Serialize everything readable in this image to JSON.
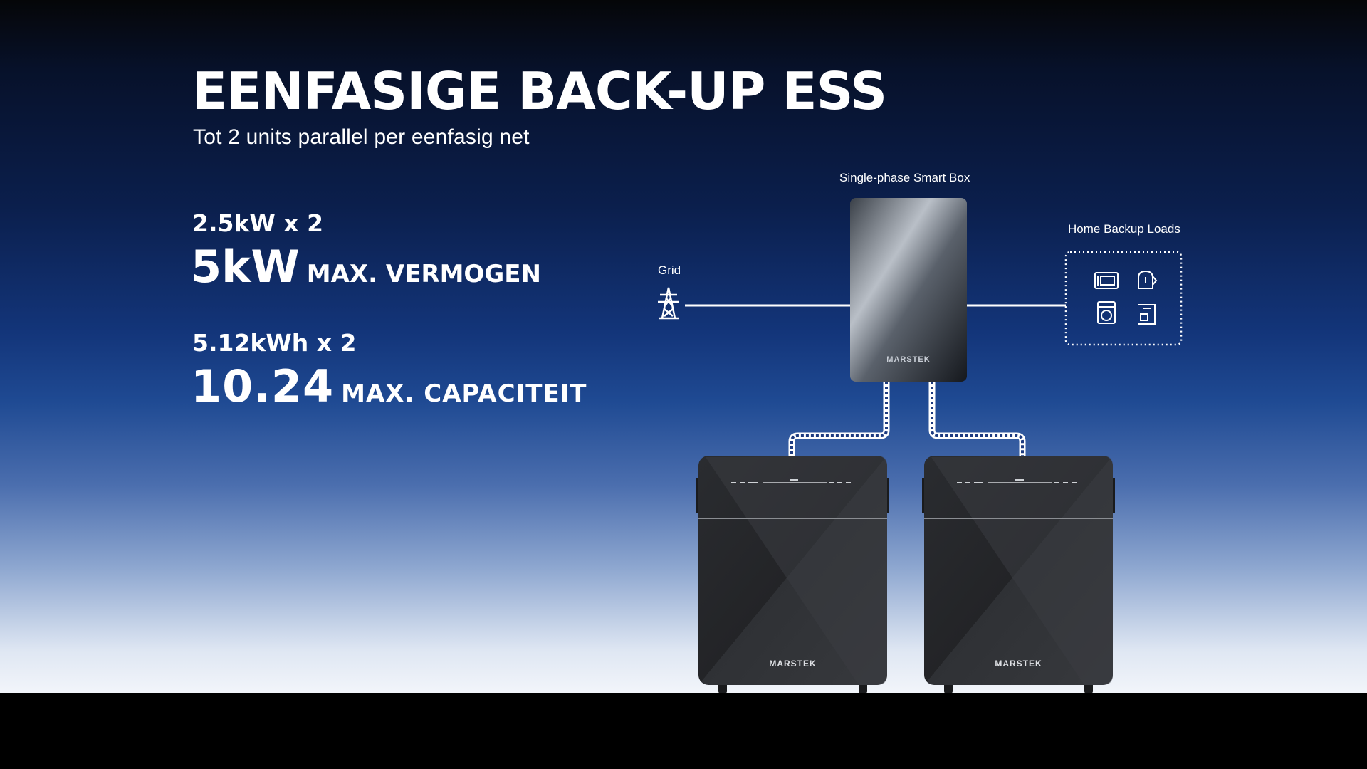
{
  "slide": {
    "title": "EENFASIGE BACK-UP ESS",
    "subtitle": "Tot 2 units parallel per eenfasig net"
  },
  "specs": [
    {
      "detail": "2.5kW x 2",
      "value": "5kW",
      "unit": "MAX. VERMOGEN"
    },
    {
      "detail": "5.12kWh x 2",
      "value": "10.24",
      "unit": "MAX. CAPACITEIT"
    }
  ],
  "diagram": {
    "smart_box_label": "Single-phase Smart Box",
    "grid_label": "Grid",
    "loads_label": "Home Backup Loads",
    "brand": "MARSTEK",
    "line_color": "#ffffff"
  }
}
